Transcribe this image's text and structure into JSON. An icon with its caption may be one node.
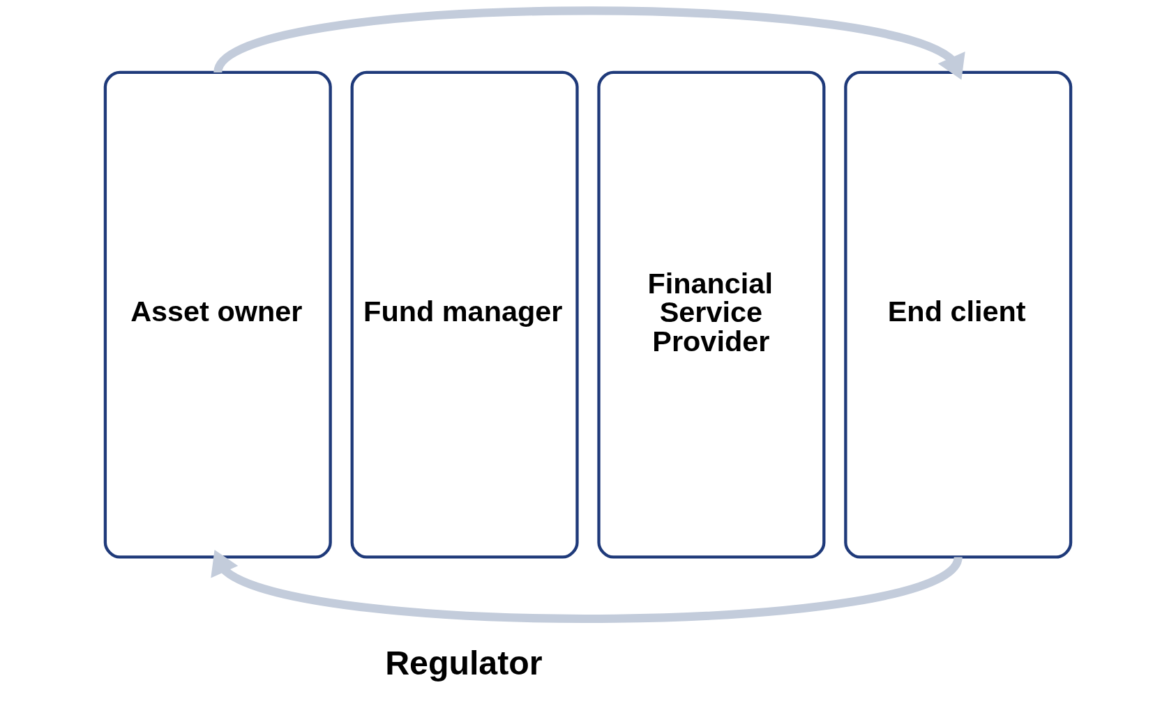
{
  "diagram": {
    "nodes": [
      {
        "text": [
          "Asset owner"
        ]
      },
      {
        "text": [
          "Fund manager"
        ]
      },
      {
        "text": [
          "Financial Service Provider"
        ]
      },
      {
        "text": [
          "End client"
        ]
      }
    ],
    "edges": [
      {
        "from": 0,
        "to": 3,
        "arrow": "to"
      },
      {
        "from": 3,
        "to": 0,
        "arrow": "to"
      }
    ],
    "labels": [
      "Regulator"
    ]
  }
}
